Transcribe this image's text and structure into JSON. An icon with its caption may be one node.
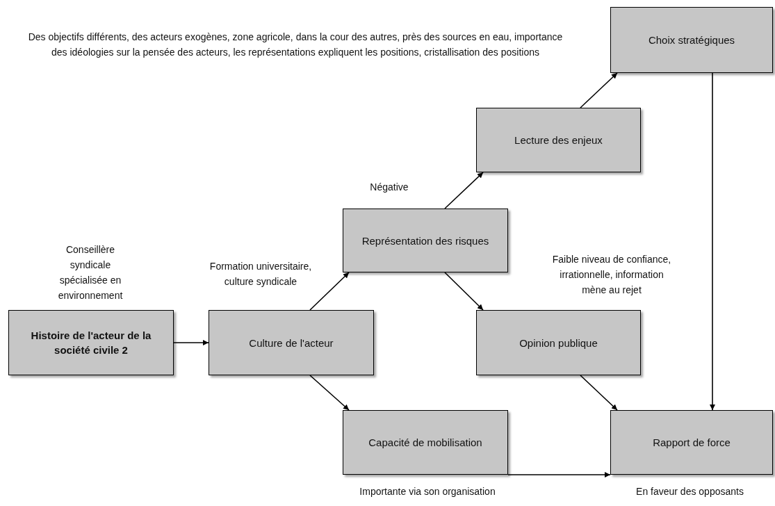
{
  "diagram": {
    "nodes": [
      {
        "text": [
          "Histoire de l'acteur de la société civile 2"
        ],
        "beside": [
          "Conseillère syndicale spécialisée en environnement"
        ]
      },
      {
        "text": [
          "Culture de l'acteur"
        ],
        "beside": [
          "Formation universitaire, culture syndicale"
        ]
      },
      {
        "text": [
          "Représentation des risques"
        ],
        "beside": [
          "Négative"
        ]
      },
      {
        "text": [
          "Lecture des enjeux"
        ]
      },
      {
        "text": [
          "Choix stratégiques"
        ]
      },
      {
        "text": [
          "Opinion publique"
        ],
        "beside": [
          "Faible niveau de confiance, irrationnelle, information mène au rejet"
        ]
      },
      {
        "text": [
          "Capacité de mobilisation"
        ],
        "beside": [
          "Importante via son organisation"
        ]
      },
      {
        "text": [
          "Rapport de force"
        ],
        "beside": [
          "En faveur des opposants"
        ]
      }
    ],
    "edges": [
      {
        "from": 0,
        "to": 1,
        "arrow": "to"
      },
      {
        "from": 1,
        "to": 2,
        "arrow": "to"
      },
      {
        "from": 1,
        "to": 6,
        "arrow": "to"
      },
      {
        "from": 2,
        "to": 3,
        "arrow": "to"
      },
      {
        "from": 2,
        "to": 5,
        "arrow": "to"
      },
      {
        "from": 3,
        "to": 4,
        "arrow": "to"
      },
      {
        "from": 4,
        "to": 7,
        "arrow": "to"
      },
      {
        "from": 5,
        "to": 7,
        "arrow": "to"
      },
      {
        "from": 6,
        "to": 7,
        "arrow": "to"
      }
    ],
    "labels": [
      "Des objectifs différents, des acteurs exogènes, zone agricole, dans la cour des autres, près des sources en eau, importance des idéologies sur la pensée des acteurs, les représentations expliquent les positions, cristallisation des positions"
    ]
  }
}
